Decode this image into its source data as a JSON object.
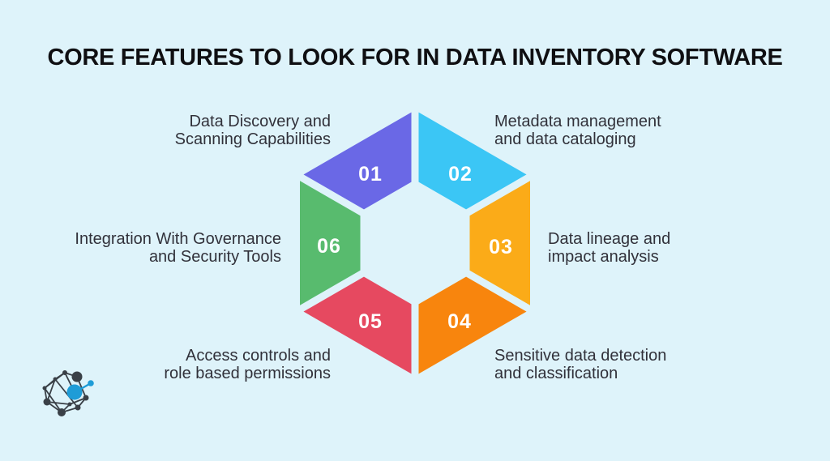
{
  "page": {
    "title": "CORE FEATURES TO LOOK FOR IN DATA INVENTORY SOFTWARE",
    "background_color": "#def3fa",
    "title_color": "#0f0f12",
    "label_text_color": "#31313a"
  },
  "segments": [
    {
      "number": "01",
      "label": "Data Discovery and\nScanning Capabilities",
      "color": "#6a68e6"
    },
    {
      "number": "02",
      "label": "Metadata management\nand data cataloging",
      "color": "#3bc6f5"
    },
    {
      "number": "03",
      "label": "Data lineage and\nimpact analysis",
      "color": "#fbab18"
    },
    {
      "number": "04",
      "label": "Sensitive data detection\nand classification",
      "color": "#f8850d"
    },
    {
      "number": "05",
      "label": "Access controls and\nrole based permissions",
      "color": "#e64960"
    },
    {
      "number": "06",
      "label": "Integration With Governance\nand Security Tools",
      "color": "#58bb6e"
    }
  ],
  "logo": {
    "name": "network-graph-logo",
    "accent_color": "#1e9cd7",
    "dark_color": "#3a4047"
  }
}
